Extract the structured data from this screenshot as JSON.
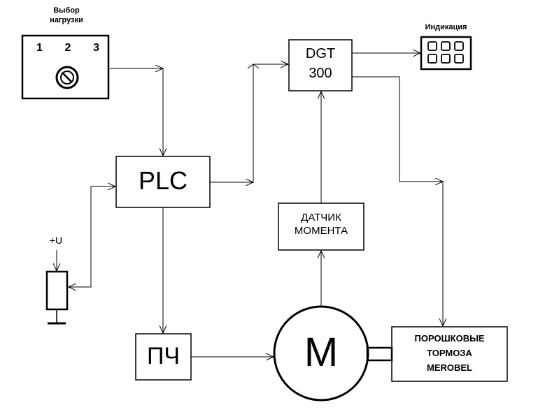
{
  "selector": {
    "caption_line1": "Выбор",
    "caption_line2": "нагрузки",
    "positions": [
      "1",
      "2",
      "3"
    ]
  },
  "display": {
    "caption": "Индикация"
  },
  "dgt": {
    "line1": "DGT",
    "line2": "300"
  },
  "plc": {
    "label": "PLC"
  },
  "sensor": {
    "line1": "ДАТЧИК",
    "line2": "МОМЕНТА"
  },
  "supply": {
    "label": "+U"
  },
  "vfd": {
    "label": "ПЧ"
  },
  "motor": {
    "label": "M"
  },
  "brake": {
    "line1": "ПОРОШКОВЫЕ",
    "line2": "ТОРМОЗА",
    "line3": "MEROBEL"
  }
}
